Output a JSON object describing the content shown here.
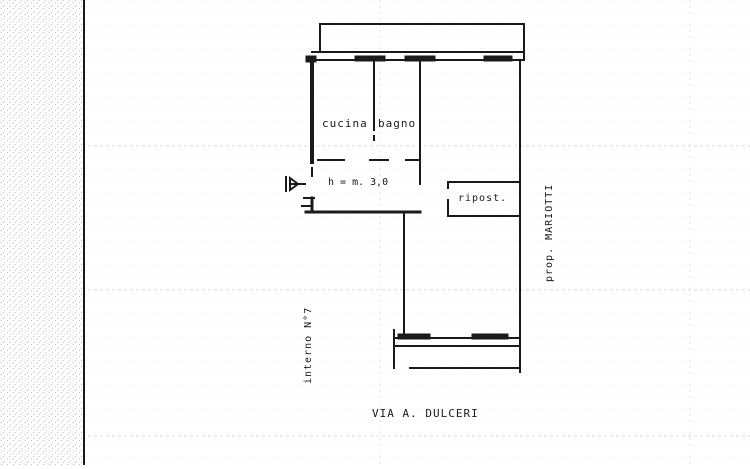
{
  "plan": {
    "rooms": {
      "kitchen": "cucina",
      "bathroom": "bagno",
      "storage": "ripost."
    },
    "ceiling_height": "h = m. 3,0",
    "neighbor_owner": "prop. MARIOTTI",
    "unit_number": "interno N°7",
    "street": "VIA  A. DULCERI"
  },
  "colors": {
    "ink": "#1a1a1a",
    "grid": "#c8c8c8",
    "paper": "#ffffff"
  }
}
